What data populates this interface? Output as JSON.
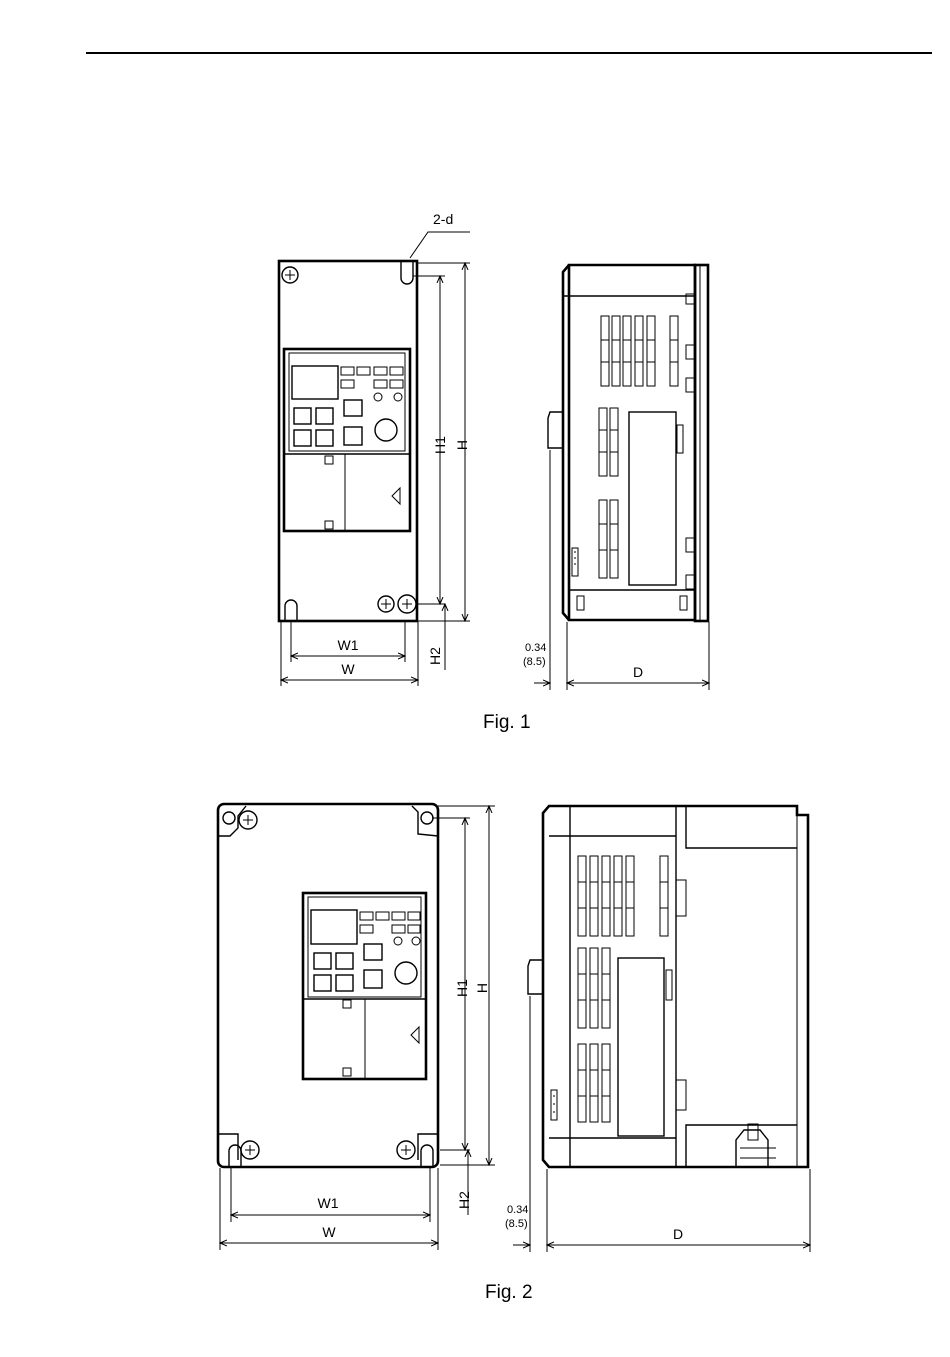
{
  "figures": [
    {
      "caption": "Fig. 1",
      "labels": {
        "holes": "2-d",
        "H1": "H1",
        "H": "H",
        "H2": "H2",
        "W1": "W1",
        "W": "W",
        "D": "D",
        "offset_in": "0.34",
        "offset_mm": "(8.5)"
      }
    },
    {
      "caption": "Fig. 2",
      "labels": {
        "H1": "H1",
        "H": "H",
        "H2": "H2",
        "W1": "W1",
        "W": "W",
        "D": "D",
        "offset_in": "0.34",
        "offset_mm": "(8.5)"
      }
    }
  ]
}
